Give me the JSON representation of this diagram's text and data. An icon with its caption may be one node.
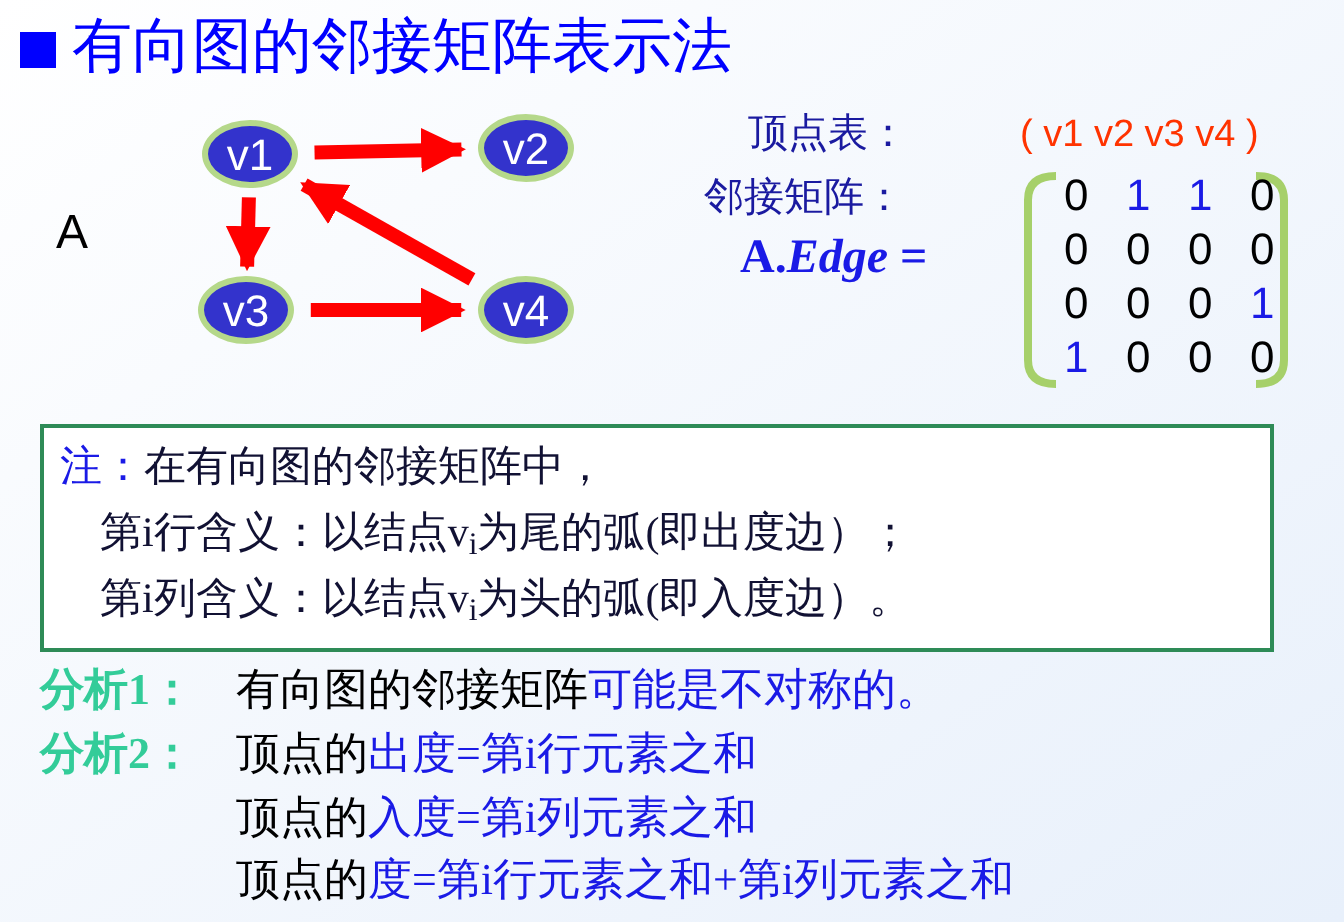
{
  "diagram": {
    "title": "有向图的邻接矩阵表示法",
    "nodes": [
      {
        "text": [
          "v1"
        ]
      },
      {
        "text": [
          "v2"
        ]
      },
      {
        "text": [
          "v3"
        ]
      },
      {
        "text": [
          "v4"
        ]
      },
      {
        "text": [
          "**注：**在有向图的邻接矩阵中，",
          "第i行含义：以结点v$_{i}$为尾的弧(即出度边）；",
          "第i列含义：以结点v$_{i}$为头的弧(即入度边）。"
        ]
      }
    ],
    "edges": [
      {
        "from": 0,
        "to": 1,
        "arrow": "to"
      },
      {
        "from": 0,
        "to": 2,
        "arrow": "to"
      },
      {
        "from": 2,
        "to": 3,
        "arrow": "to"
      },
      {
        "from": 3,
        "to": 0,
        "arrow": "to"
      }
    ],
    "labels": [
      "A",
      "顶点表：",
      "( v1 v2 v3 v4 )",
      "邻接矩阵：",
      "A.*Edge* =",
      "0",
      "1",
      "1",
      "0",
      "0",
      "0",
      "0",
      "0",
      "0",
      "0",
      "0",
      "1",
      "1",
      "0",
      "0",
      "0",
      "分析1：",
      "有向图的邻接矩阵**可能是不对称的。**",
      "分析2：",
      "顶点的**出度=第i行元素之和**",
      "顶点的**入度=第i列元素之和**",
      "顶点的**度=第i行元素之和+第i列元素之和**"
    ]
  }
}
